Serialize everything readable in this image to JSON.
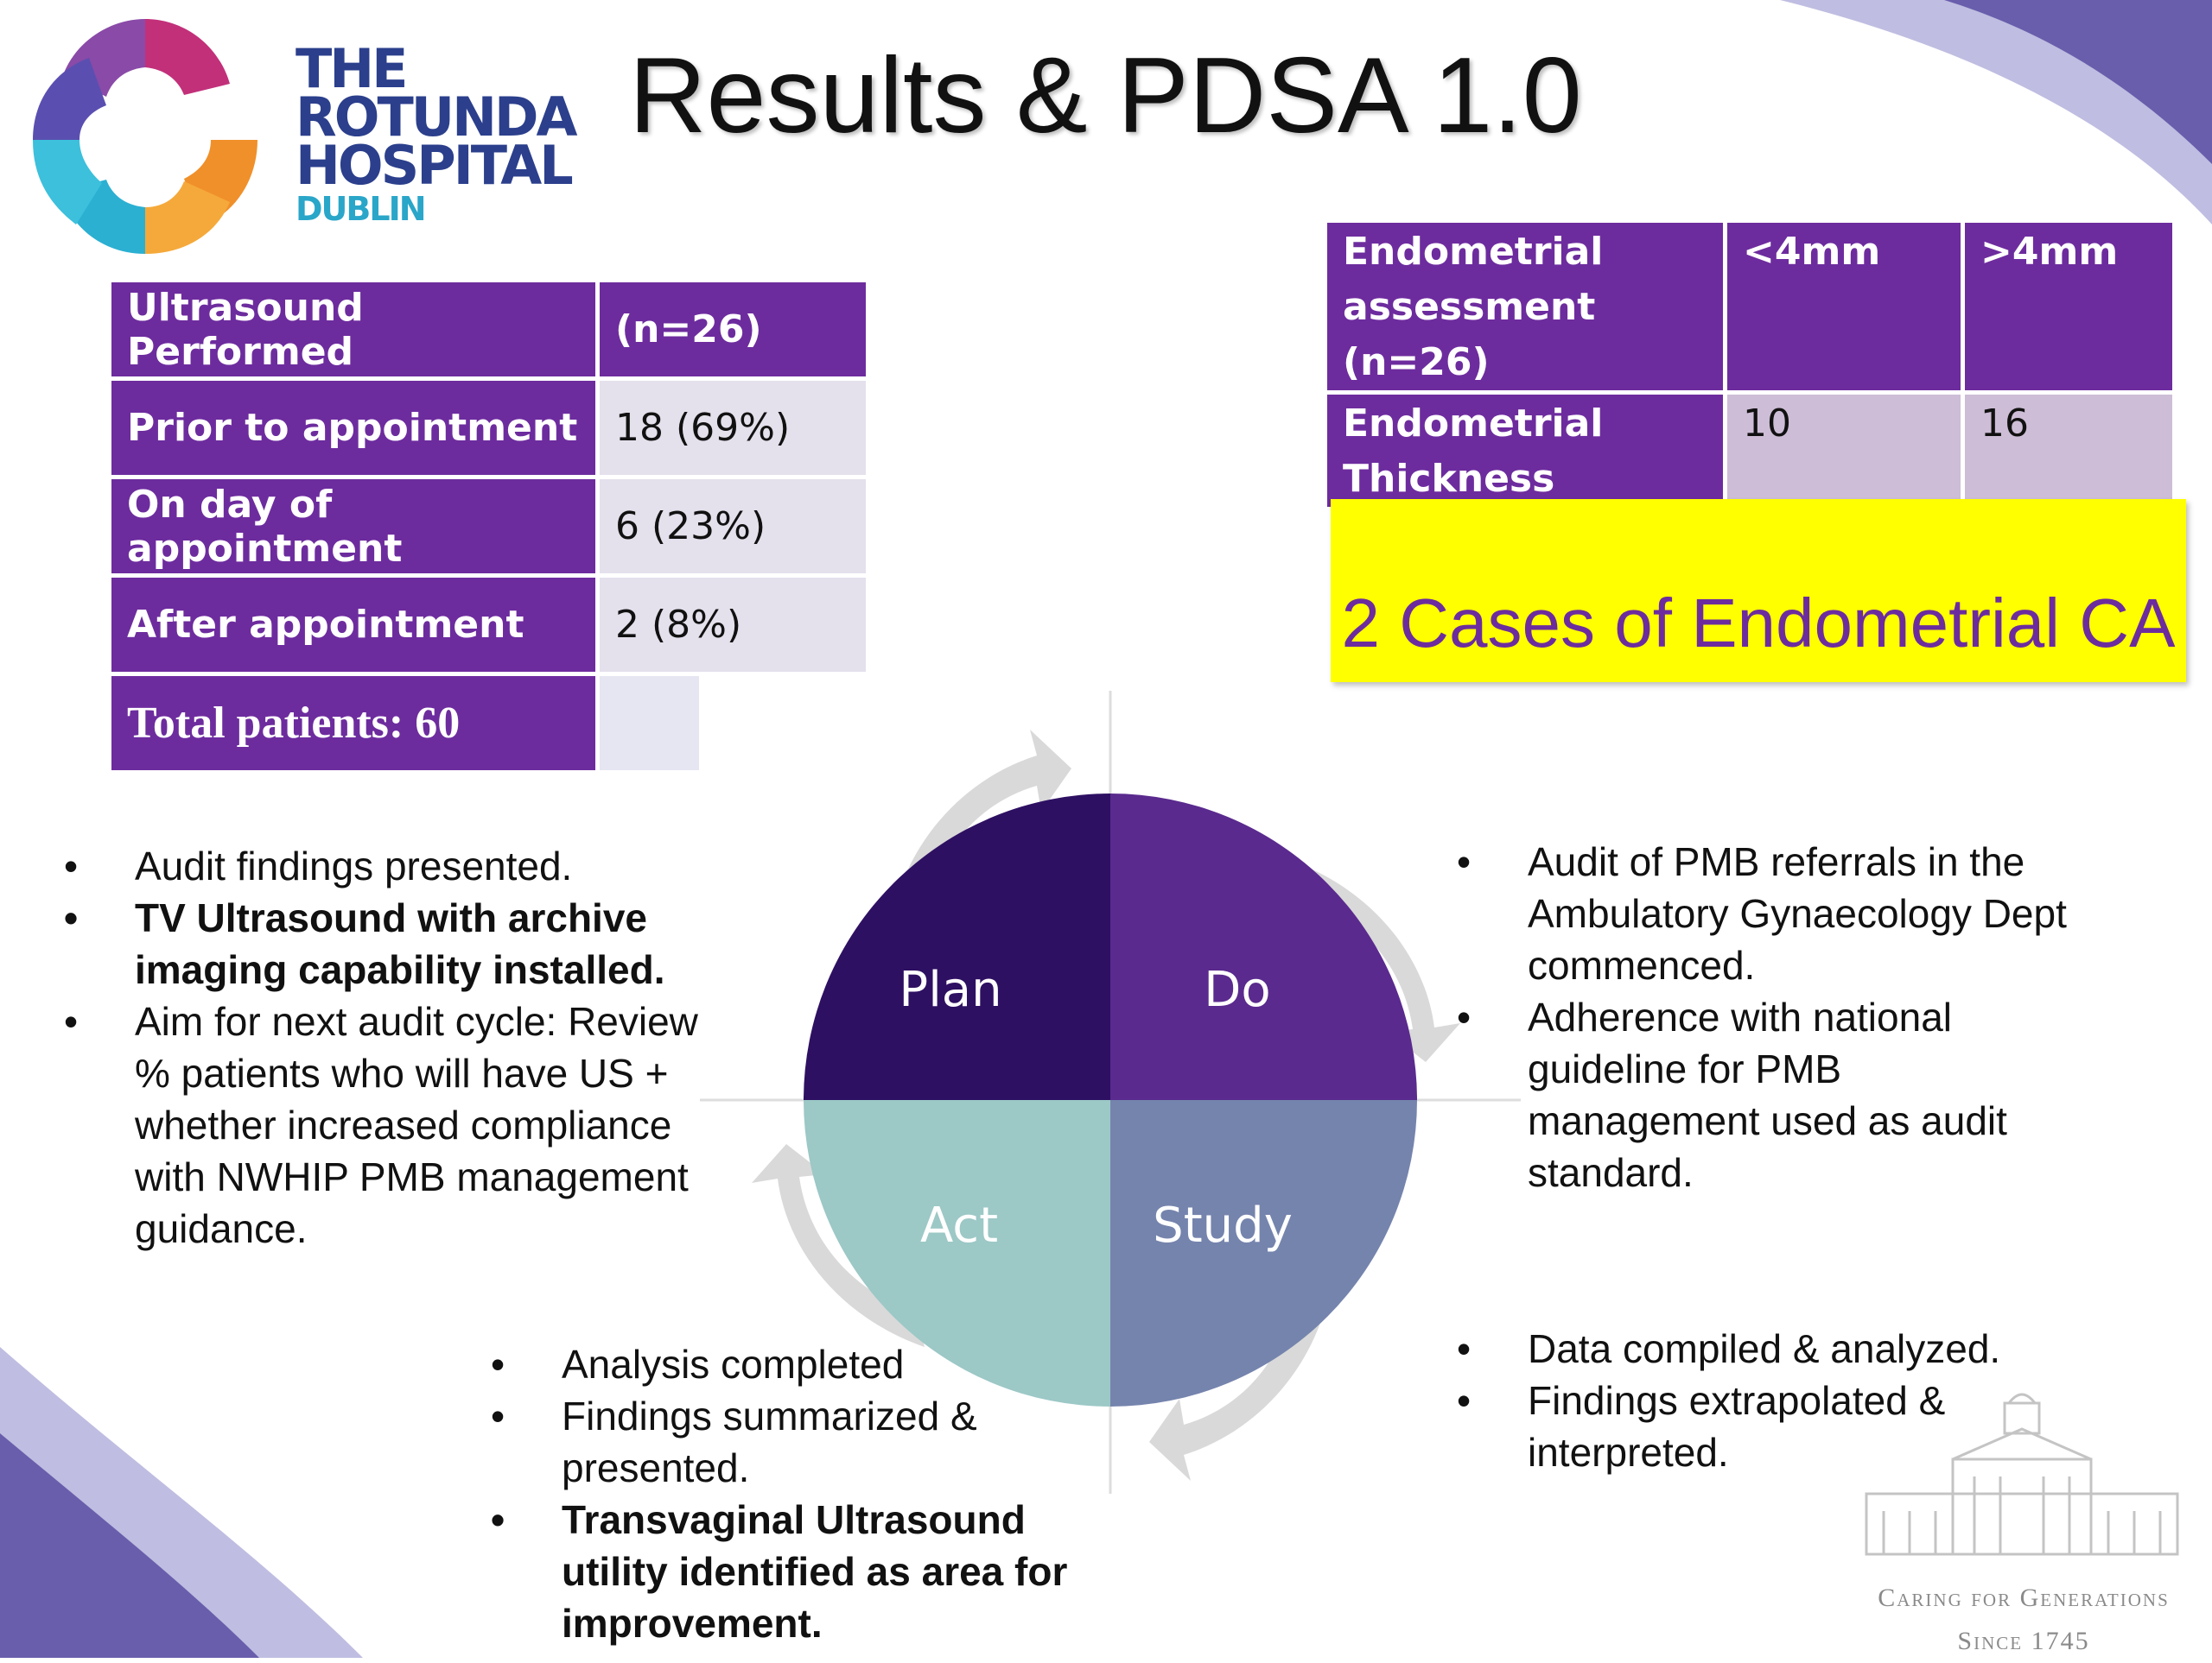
{
  "logo": {
    "lines": [
      "THE",
      "ROTUNDA",
      "HOSPITAL"
    ],
    "city": "DUBLIN"
  },
  "title": "Results & PDSA 1.0",
  "ultrasound_table": {
    "header": [
      "Ultrasound Performed",
      "(n=26)"
    ],
    "rows": [
      [
        "Prior to appointment",
        "18 (69%)"
      ],
      [
        "On day of appointment",
        "6 (23%)"
      ],
      [
        "After appointment",
        "2 (8%)"
      ]
    ],
    "total": "Total patients: 60"
  },
  "endometrial_table": {
    "header": [
      "Endometrial assessment (n=26)",
      "<4mm",
      ">4mm"
    ],
    "row": [
      "Endometrial Thickness",
      "10",
      "16"
    ]
  },
  "callout": "2 Cases of Endometrial CA",
  "pdsa": {
    "plan": "Plan",
    "do": "Do",
    "study": "Study",
    "act": "Act",
    "colors": {
      "plan": "#2e1062",
      "do": "#5a2a8e",
      "study": "#7584ad",
      "act": "#9cc8c6",
      "arrow": "#d9d9d9"
    }
  },
  "lists": {
    "act": [
      {
        "text": "Audit findings presented.",
        "bold": false
      },
      {
        "text": "TV Ultrasound with archive imaging capability installed.",
        "bold": true
      },
      {
        "text": "Aim for next audit cycle: Review % patients who will have US + whether increased compliance with NWHIP PMB management guidance.",
        "bold": false
      }
    ],
    "do": [
      {
        "text": "Audit of PMB referrals in the Ambulatory Gynaecology Dept commenced.",
        "bold": false
      },
      {
        "text": "Adherence with national guideline for PMB management used as audit standard.",
        "bold": false
      }
    ],
    "study": [
      {
        "text": "Data compiled & analyzed.",
        "bold": false
      },
      {
        "text": "Findings extrapolated & interpreted.",
        "bold": false
      }
    ],
    "plan": [
      {
        "text": "Analysis completed",
        "bold": false
      },
      {
        "text": "Findings summarized & presented.",
        "bold": false
      },
      {
        "text": "Transvaginal Ultrasound utility identified as area for improvement.",
        "bold": true
      }
    ]
  },
  "footer": {
    "motto_line1": "Caring for Generations",
    "motto_line2": "Since 1745"
  }
}
